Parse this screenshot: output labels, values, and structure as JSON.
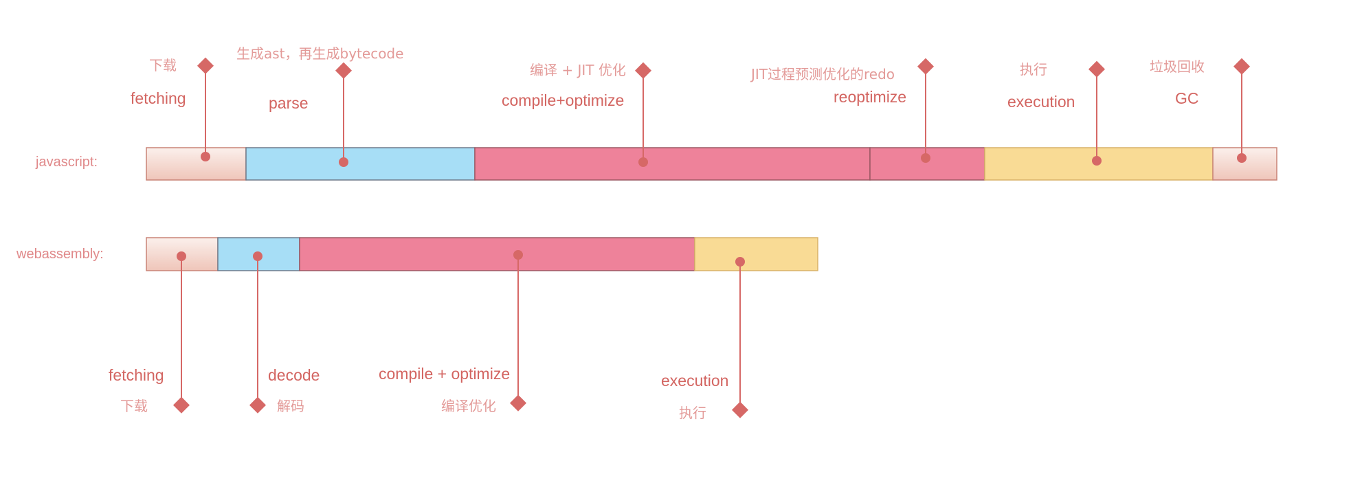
{
  "rows": {
    "javascript": {
      "label": "javascript:",
      "segments": [
        {
          "kind": "fetch",
          "en": "fetching",
          "zh": "下载"
        },
        {
          "kind": "parse",
          "en": "parse",
          "zh": "生成ast，再生成bytecode"
        },
        {
          "kind": "compile",
          "en": "compile+optimize",
          "zh": "编译 + JIT 优化"
        },
        {
          "kind": "compile",
          "en": "reoptimize",
          "zh": "JIT过程预测优化的redo"
        },
        {
          "kind": "exec",
          "en": "execution",
          "zh": "执行"
        },
        {
          "kind": "fetch",
          "en": "GC",
          "zh": "垃圾回收"
        }
      ]
    },
    "webassembly": {
      "label": "webassembly:",
      "segments": [
        {
          "kind": "fetch",
          "en": "fetching",
          "zh": "下载"
        },
        {
          "kind": "parse",
          "en": "decode",
          "zh": "解码"
        },
        {
          "kind": "compile",
          "en": "compile + optimize",
          "zh": "编译优化"
        },
        {
          "kind": "exec",
          "en": "execution",
          "zh": "执行"
        }
      ]
    }
  },
  "colors": {
    "fetch": "#f3d2c9",
    "parse": "#a7def6",
    "compile": "#ee829a",
    "exec": "#f9db95",
    "pin": "#d66866",
    "text_en": "#d36561",
    "text_zh": "#e39a98"
  }
}
